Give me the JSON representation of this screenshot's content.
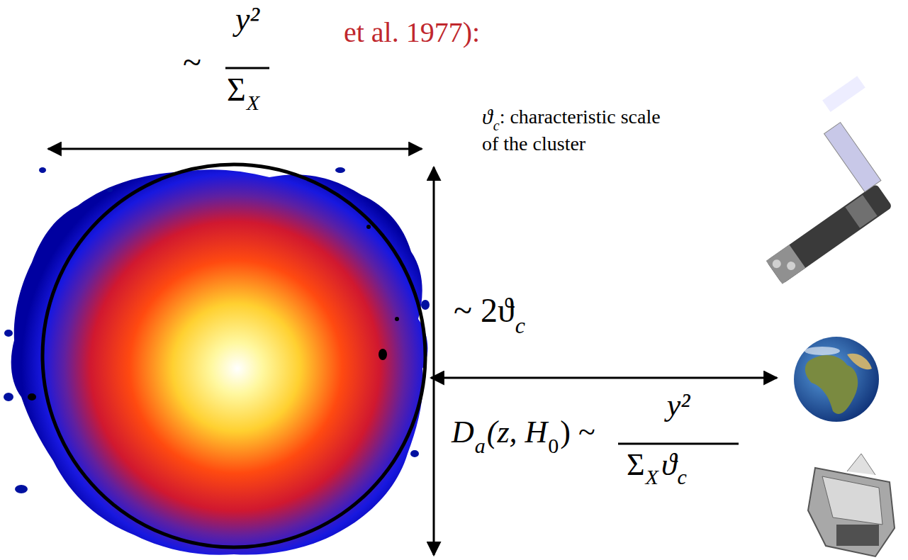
{
  "diagram": {
    "labels": [
      "et al. 1977):",
      "~",
      "y²",
      "Σ",
      "X",
      "ϑ",
      "c",
      ": characteristic scale",
      "of the cluster",
      "~ 2ϑ",
      "c",
      "D",
      "a",
      "(z, H",
      "0",
      ") ~",
      "y²",
      "Σ",
      "X",
      "ϑ",
      "c"
    ]
  }
}
